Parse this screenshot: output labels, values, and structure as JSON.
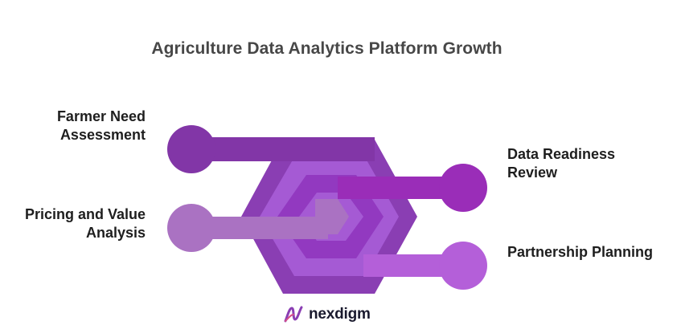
{
  "title": "Agriculture Data Analytics Platform Growth",
  "steps": [
    {
      "label": "Farmer Need\nAssessment",
      "side": "left",
      "color": "#8236a7"
    },
    {
      "label": "Pricing and Value\nAnalysis",
      "side": "left",
      "color": "#aa72c2"
    },
    {
      "label": "Data Readiness\nReview",
      "side": "right",
      "color": "#9a2db8"
    },
    {
      "label": "Partnership Planning",
      "side": "right",
      "color": "#b45fd9"
    }
  ],
  "hexagon_colors": {
    "outer": "#8a3eb3",
    "middle": "#a55ad4",
    "inner": "#9239c0"
  },
  "brand": {
    "name": "nexdigm",
    "icon": "nexdigm-logo-icon"
  }
}
